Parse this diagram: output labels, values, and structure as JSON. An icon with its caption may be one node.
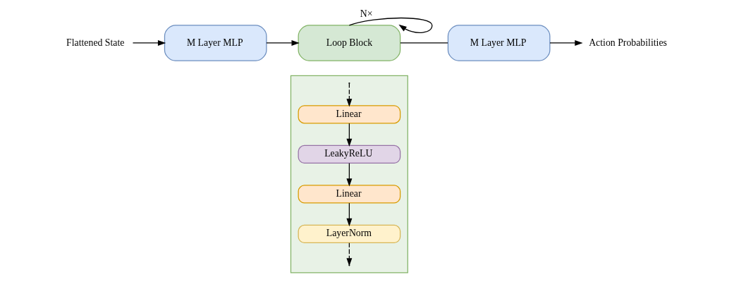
{
  "diagram": {
    "nodes": [
      {
        "text": [
          "Flattened State"
        ]
      },
      {
        "text": [
          "M Layer MLP"
        ]
      },
      {
        "text": [
          "Loop Block"
        ]
      },
      {
        "text": [
          "M Layer MLP"
        ]
      },
      {
        "text": [
          "Action Probabilities"
        ]
      },
      {
        "text": [],
        "shape": "box"
      },
      {
        "text": [
          "Linear"
        ],
        "in": 5
      },
      {
        "text": [
          "LeakyReLU"
        ],
        "in": 5
      },
      {
        "text": [
          "Linear"
        ],
        "in": 5
      },
      {
        "text": [
          "LayerNorm"
        ],
        "in": 5
      }
    ],
    "edges": [
      {
        "from": 0,
        "to": 1,
        "arrow": "to"
      },
      {
        "from": 1,
        "to": 2,
        "arrow": "to"
      },
      {
        "from": 2,
        "to": 2,
        "arrow": "to",
        "label": "N×"
      },
      {
        "from": 2,
        "to": 3,
        "arrow": "none"
      },
      {
        "from": 3,
        "to": 4,
        "arrow": "to"
      },
      {
        "from": null,
        "to": 6,
        "arrow": "to",
        "style": "dashed"
      },
      {
        "from": 6,
        "to": 7,
        "arrow": "to"
      },
      {
        "from": 7,
        "to": 8,
        "arrow": "to"
      },
      {
        "from": 8,
        "to": 9,
        "arrow": "to"
      },
      {
        "from": 9,
        "to": null,
        "arrow": "to",
        "style": "dashed"
      }
    ]
  }
}
